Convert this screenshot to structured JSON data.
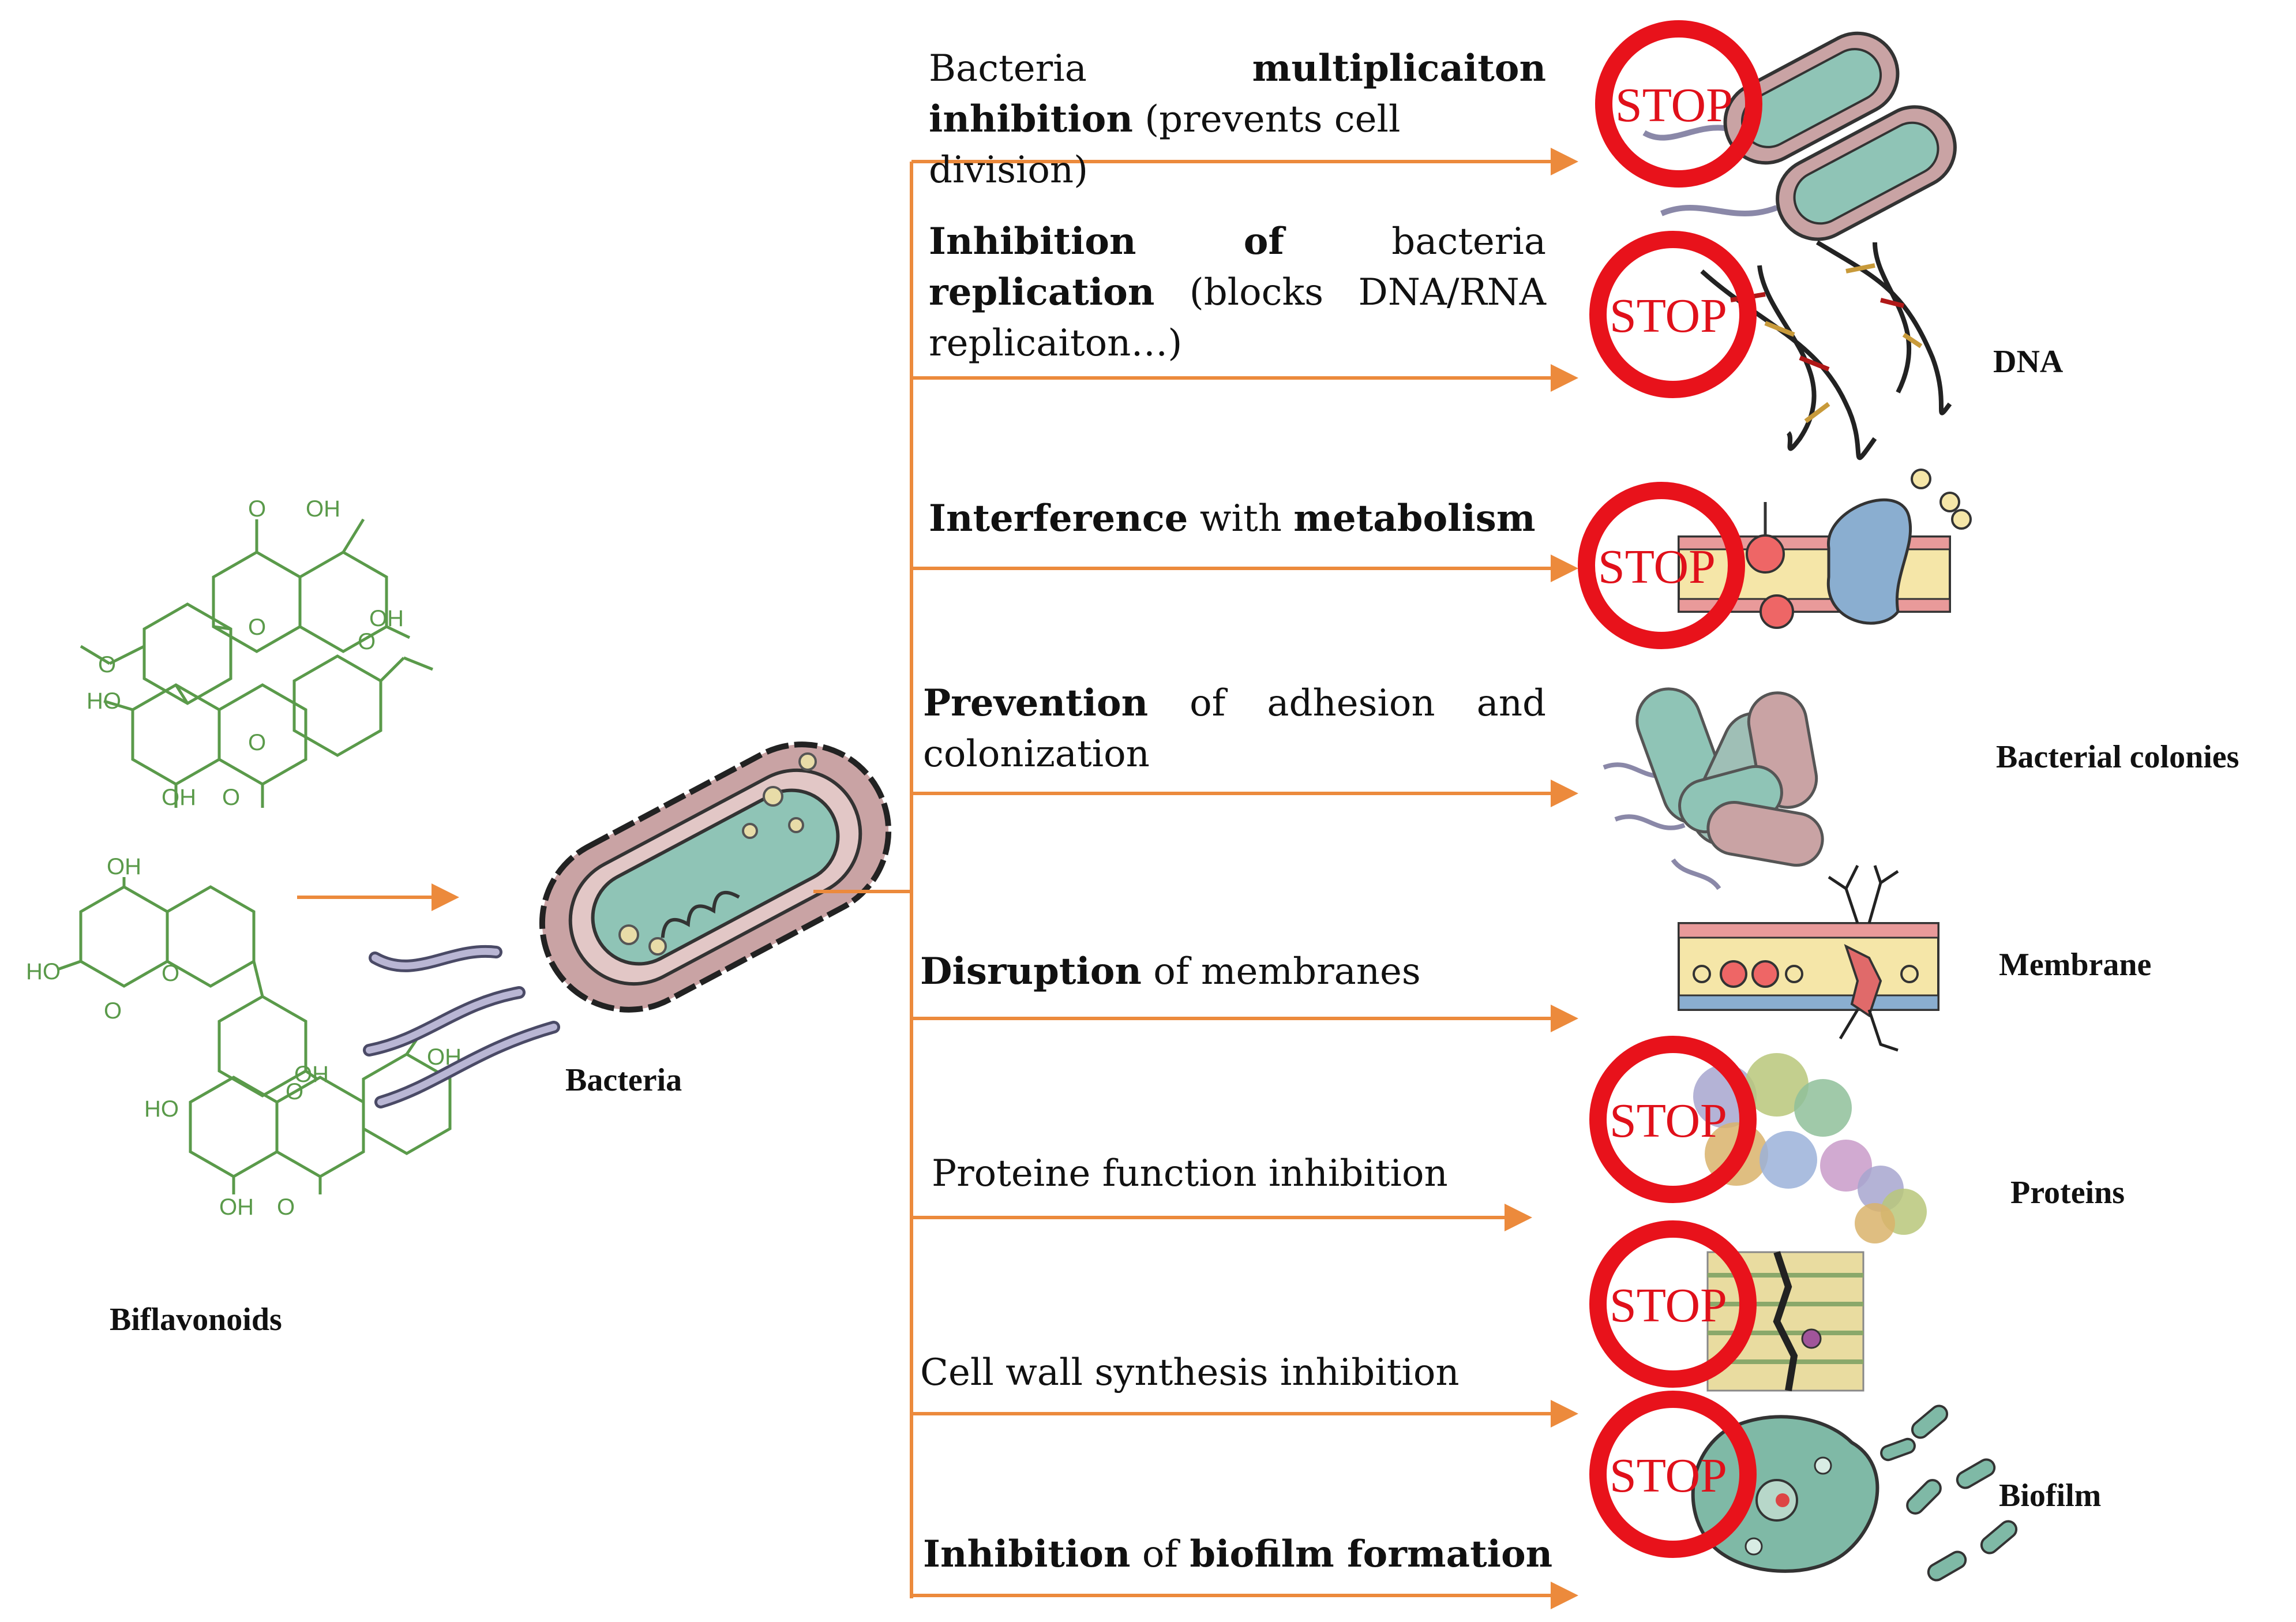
{
  "compound_label": "Biflavonoids",
  "bacteria_label": "Bacteria",
  "stop_text": "STOP",
  "mechanisms": [
    {
      "prefix": "Bacteria",
      "bold": "multiplicaiton",
      "line2_bold": "inhibition",
      "line2_rest": "(prevents cell division)"
    },
    {
      "bold1": "Inhibition",
      "word2": "of",
      "word3": "bacteria",
      "line2_bold": "replication",
      "line2_rest": "(blocks DNA/RNA",
      "line3": "replicaiton…)"
    },
    {
      "bold1": "Interference",
      "mid": "with",
      "bold2": "metabolism"
    },
    {
      "bold1": "Prevention",
      "rest1": "of adhesion and",
      "line2": "colonization"
    },
    {
      "bold1": "Disruption",
      "rest1": "of membranes"
    },
    {
      "text": "Proteine function inhibition"
    },
    {
      "text": "Cell wall synthesis inhibition"
    },
    {
      "bold1": "Inhibition",
      "mid": "of",
      "bold2": "biofilm formation"
    }
  ],
  "target_labels": {
    "dna": "DNA",
    "colonies": "Bacterial colonies",
    "membrane": "Membrane",
    "proteins": "Proteins",
    "biofilm": "Biofilm"
  },
  "chem_labels": {
    "oh": "OH",
    "ho": "HO",
    "o": "O"
  },
  "colors": {
    "arrow": "#ec8a3c",
    "stop_ring": "#e8121b",
    "chem": "#5a9a4a",
    "bacteria_outer": "#c9a3a4",
    "bacteria_inner": "#8fc4b6"
  }
}
